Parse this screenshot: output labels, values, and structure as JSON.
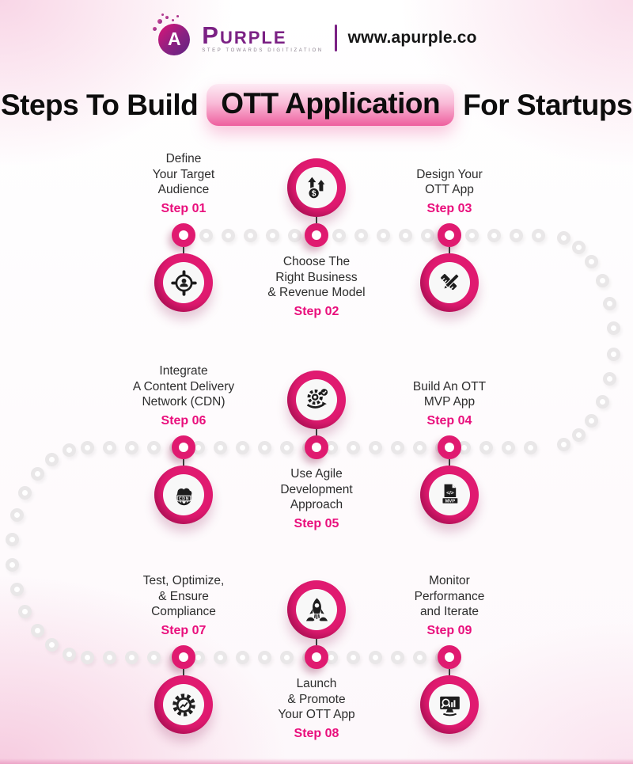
{
  "header": {
    "logo_letter": "A",
    "brand": "Purple",
    "tagline": "Step Towards Digitization",
    "website": "www.apurple.co"
  },
  "title": {
    "prefix": "Steps To Build",
    "highlight": "OTT Application",
    "suffix": "For Startups"
  },
  "colors": {
    "accent_pink": "#e01a70",
    "step_label_pink": "#e90e7c",
    "highlight_gradient_top": "#fdeaf4",
    "highlight_gradient_bottom": "#ee5f9e",
    "logo_purple": "#7b2184",
    "icon_dark": "#1d1d1d",
    "trail_dot_gray": "#e9e7e8"
  },
  "steps": [
    {
      "label": "Step 01",
      "title": "Define\nYour Target\nAudience",
      "icon": "target-audience-icon"
    },
    {
      "label": "Step 02",
      "title": "Choose The\nRight Business\n& Revenue Model",
      "icon": "revenue-growth-icon"
    },
    {
      "label": "Step 03",
      "title": "Design Your\nOTT App",
      "icon": "design-tools-icon"
    },
    {
      "label": "Step 04",
      "title": "Build An OTT\nMVP App",
      "icon": "mvp-document-icon"
    },
    {
      "label": "Step 05",
      "title": "Use Agile\nDevelopment\nApproach",
      "icon": "agile-sprint-icon"
    },
    {
      "label": "Step 06",
      "title": "Integrate\nA Content Delivery\nNetwork (CDN)",
      "icon": "cdn-globe-icon"
    },
    {
      "label": "Step 07",
      "title": "Test, Optimize,\n& Ensure\nCompliance",
      "icon": "optimize-gear-icon"
    },
    {
      "label": "Step 08",
      "title": "Launch\n& Promote\nYour OTT App",
      "icon": "rocket-launch-icon"
    },
    {
      "label": "Step 09",
      "title": "Monitor\nPerformance\nand Iterate",
      "icon": "monitor-analytics-icon"
    }
  ]
}
